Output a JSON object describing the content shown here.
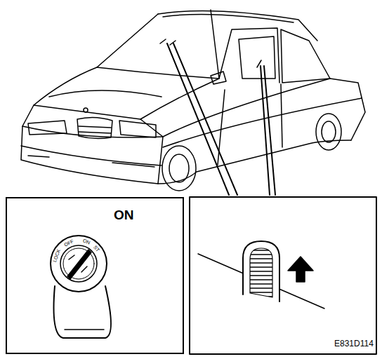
{
  "diagram": {
    "nodes": [
      {
        "text": [
          "ON"
        ]
      }
    ],
    "labels": [
      "LOCK",
      "OFF",
      "ON",
      "ST",
      "E831D114"
    ]
  }
}
